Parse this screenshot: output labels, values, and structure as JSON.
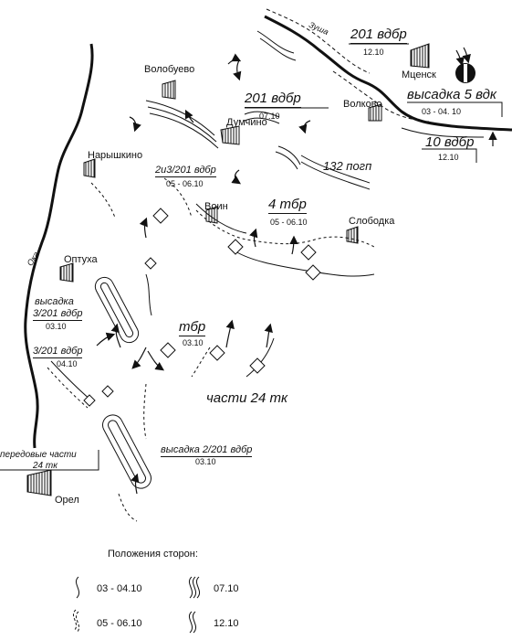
{
  "map": {
    "rivers": {
      "oka": "Ока",
      "zusha": "Зуша"
    },
    "places": {
      "mtsensk": "Мценск",
      "volkovo": "Волково",
      "volobuevo": "Волобуево",
      "dumchino": "Думчино",
      "naryshkino": "Нарышкино",
      "voin": "Воин",
      "slobodka": "Слободка",
      "optukha": "Оптуха",
      "orel": "Орел"
    },
    "units": {
      "u201_top": {
        "name": "201 вдбр",
        "date": "12.10"
      },
      "u201_mid": {
        "name": "201 вдбр",
        "date": "07.10"
      },
      "landing5": {
        "name": "высадка 5 вдк",
        "date": "03 - 04. 10"
      },
      "u10": {
        "name": "10 вдбр",
        "date": "12.10"
      },
      "u2i3": {
        "name": "2и3/201 вдбр",
        "date": "05 - 06.10"
      },
      "pogp132": {
        "name": "132 погп"
      },
      "tbr4": {
        "name": "4 тбр",
        "date": "05 - 06.10"
      },
      "landing3": {
        "name1": "высадка",
        "name2": "3/201 вдбр",
        "date": "03.10"
      },
      "u3_201": {
        "name": "3/201 вдбр",
        "date": "04.10"
      },
      "tbr": {
        "name": "тбр",
        "date": "03.10"
      },
      "tk24": {
        "name": "части 24 тк"
      },
      "forward": {
        "name1": "передовые части",
        "name2": "24 тк"
      },
      "landing2": {
        "name": "высадка 2/201 вдбр",
        "date": "03.10"
      }
    }
  },
  "legend": {
    "title": "Положения сторон:",
    "items": [
      {
        "label": "03 - 04.10",
        "style": "single-line"
      },
      {
        "label": "07.10",
        "style": "triple-line"
      },
      {
        "label": "05 - 06.10",
        "style": "dashed-line"
      },
      {
        "label": "12.10",
        "style": "double-line"
      }
    ]
  }
}
